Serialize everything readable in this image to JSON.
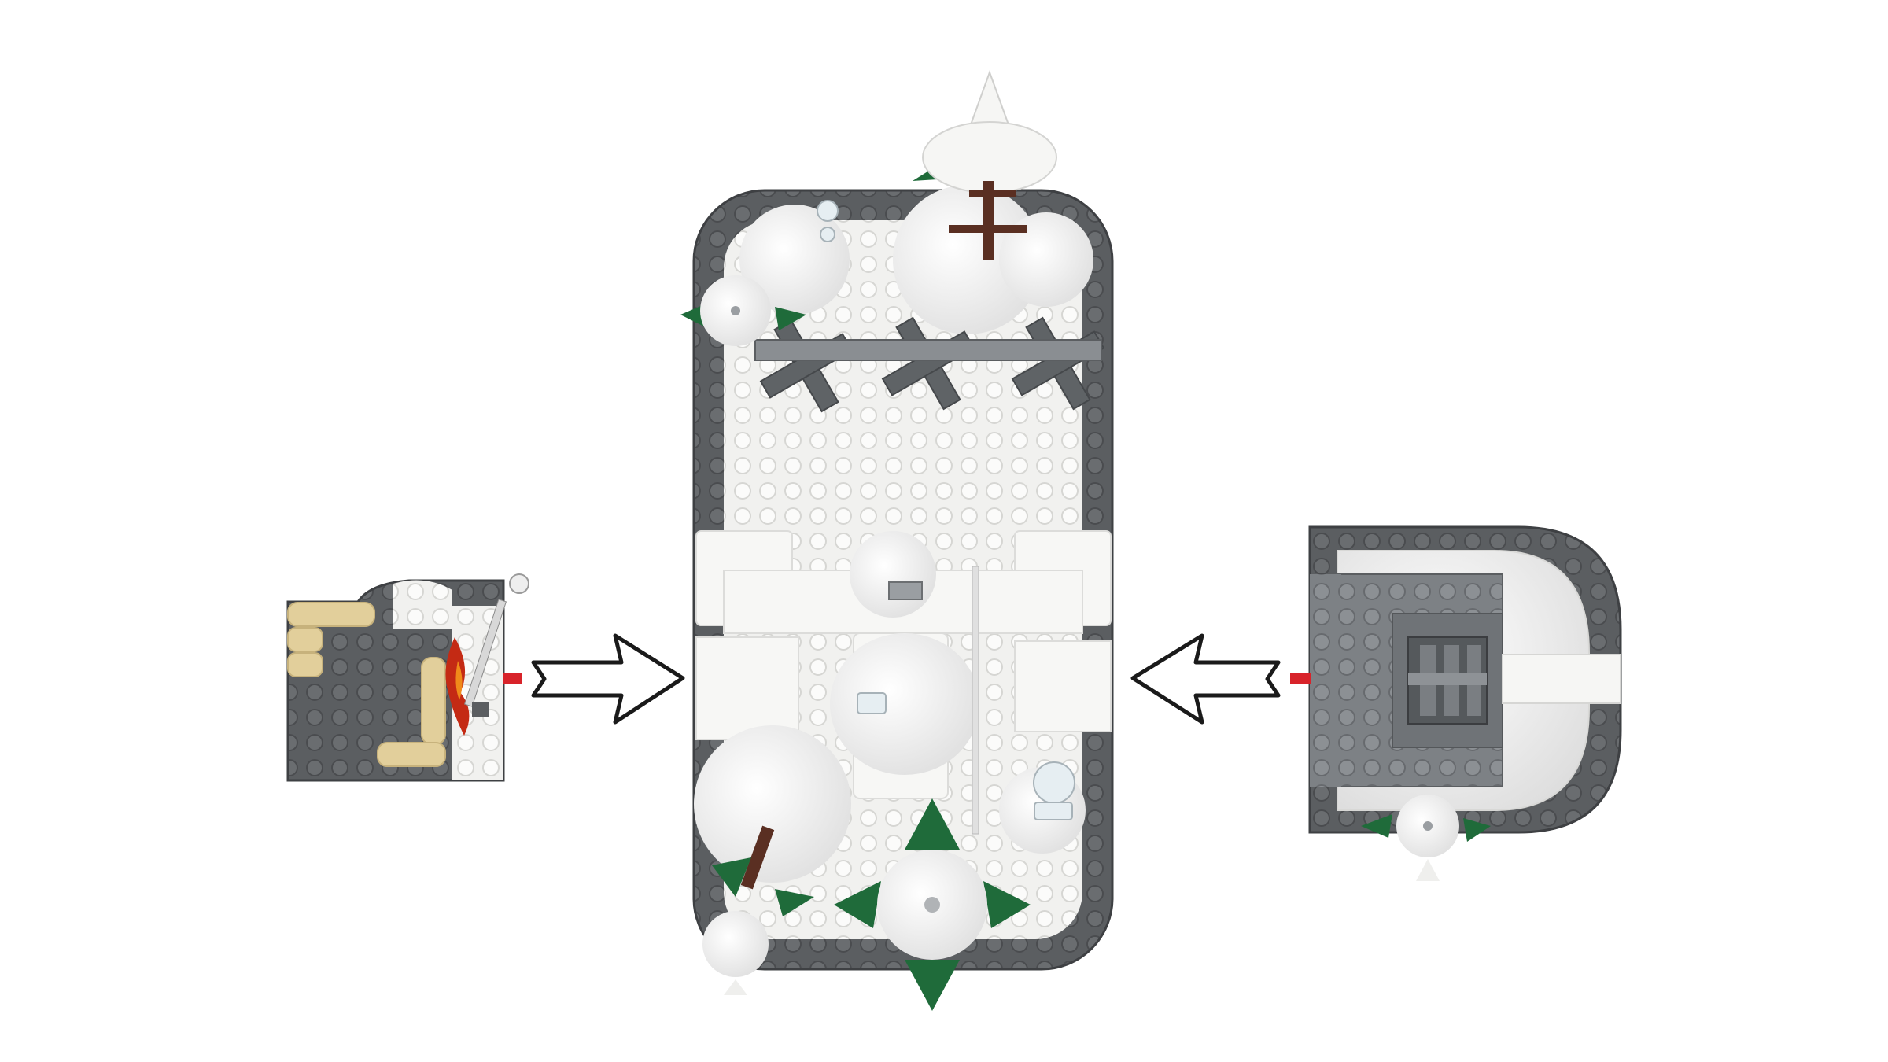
{
  "image": {
    "subject": "lego-build-top-down",
    "background_color": "#ffffff"
  },
  "colors": {
    "baseplate_dark": "#5b5e61",
    "baseplate_edge": "#3e4043",
    "snow_white": "#f4f4f2",
    "snow_shadow": "#dcdcda",
    "stone_grey": "#7d8185",
    "stone_grey_light": "#a7abae",
    "tan": "#e2cf9b",
    "tree_green": "#1f6b3a",
    "tree_trunk": "#5a2f22",
    "flame_red": "#c42a14",
    "arrow_fill": "#ffffff",
    "arrow_outline": "#1a1a1a",
    "connector_red": "#d8232a"
  },
  "parts": {
    "left_module": "left-module",
    "center_module": "center-module",
    "right_module": "right-module",
    "left_arrow": "arrow-right-icon",
    "right_arrow": "arrow-left-icon"
  }
}
